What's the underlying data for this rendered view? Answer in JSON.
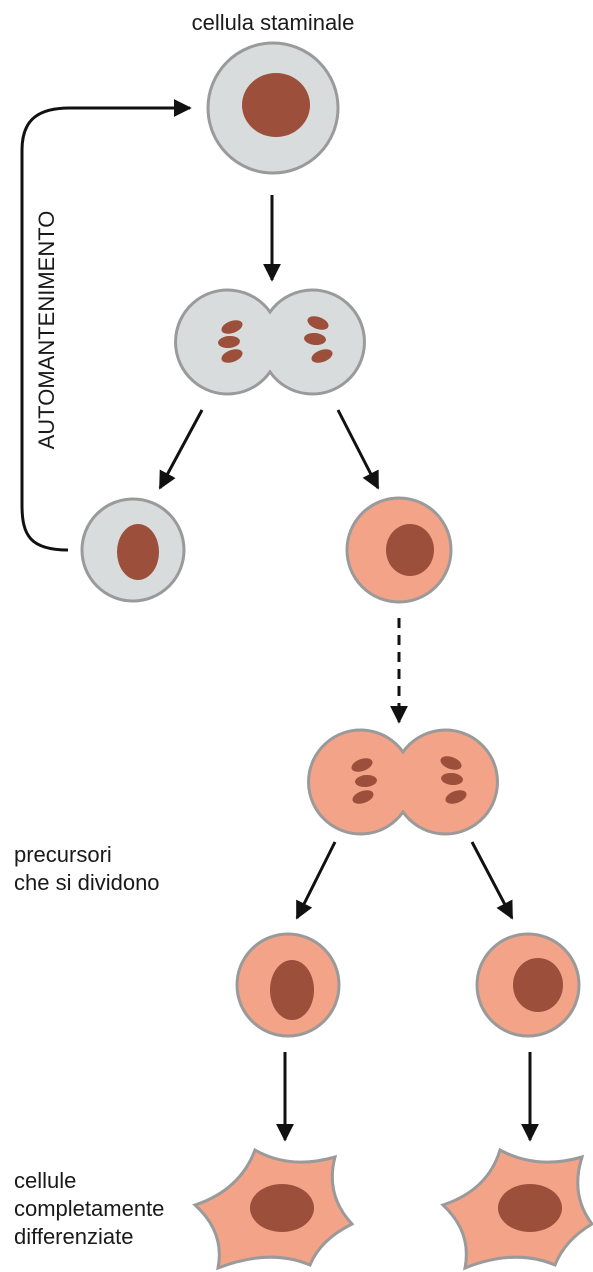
{
  "labels": {
    "stem_cell": "cellula staminale",
    "self_renewal": "AUTOMANTENIMENTO",
    "dividing_precursors": [
      "precursori",
      "che si dividono"
    ],
    "differentiated": [
      "cellule",
      "completamente",
      "differenziate"
    ]
  },
  "colors": {
    "stem_fill": "#d9dcdc",
    "progenitor_fill": "#f2a388",
    "cell_outline": "#9a9a9a",
    "nucleus": "#9c4f3b",
    "arrow": "#111111",
    "text": "#1a1a1a"
  }
}
